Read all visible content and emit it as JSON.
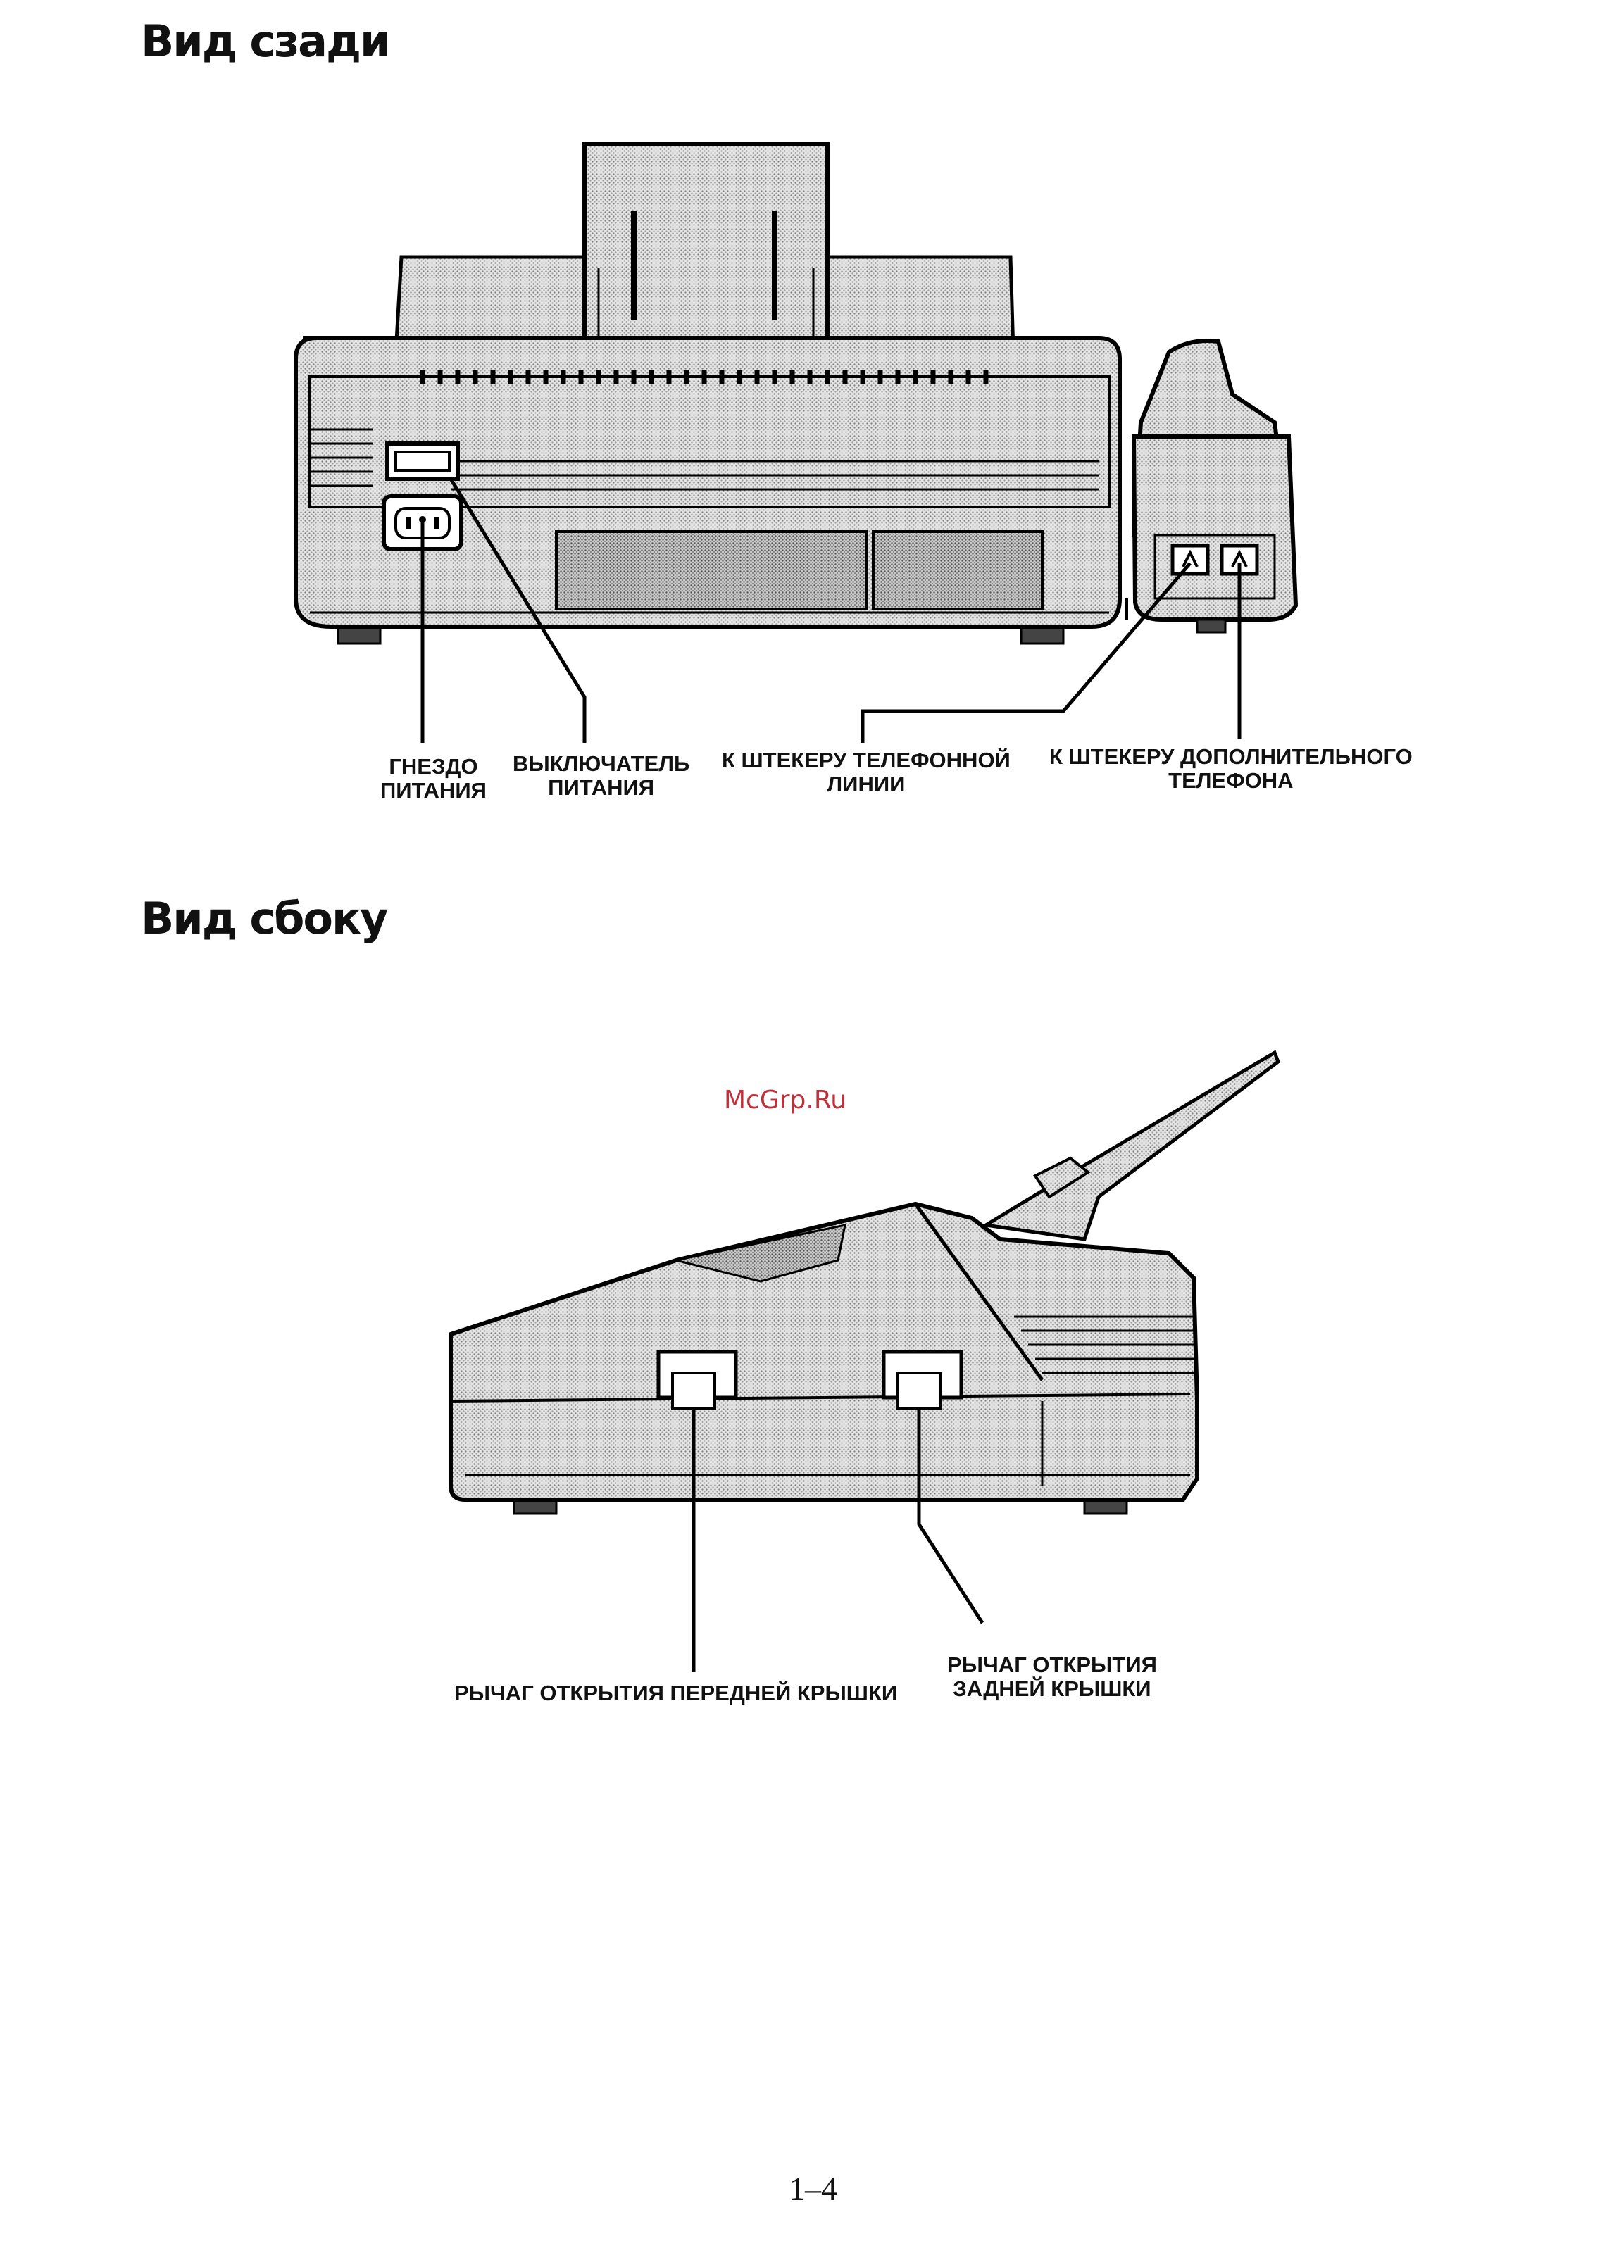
{
  "headings": {
    "rear_view": "Вид сзади",
    "side_view": "Вид сбоку"
  },
  "rear_labels": {
    "power_socket": [
      "ГНЕЗДО",
      "ПИТАНИЯ"
    ],
    "power_switch": [
      "ВЫКЛЮЧАТЕЛЬ",
      "ПИТАНИЯ"
    ],
    "line_jack": [
      "К ШТЕКЕРУ ТЕЛЕФОННОЙ",
      "ЛИНИИ"
    ],
    "extension_jack": [
      "К ШТЕКЕРУ ДОПОЛНИТЕЛЬНОГО",
      "ТЕЛЕФОНА"
    ]
  },
  "side_labels": {
    "front_cover_lever": [
      "РЫЧАГ ОТКРЫТИЯ ПЕРЕДНЕЙ КРЫШКИ"
    ],
    "rear_cover_lever": [
      "РЫЧАГ ОТКРЫТИЯ",
      "ЗАДНЕЙ КРЫШКИ"
    ]
  },
  "watermark": "McGrp.Ru",
  "page_number": "1–4"
}
